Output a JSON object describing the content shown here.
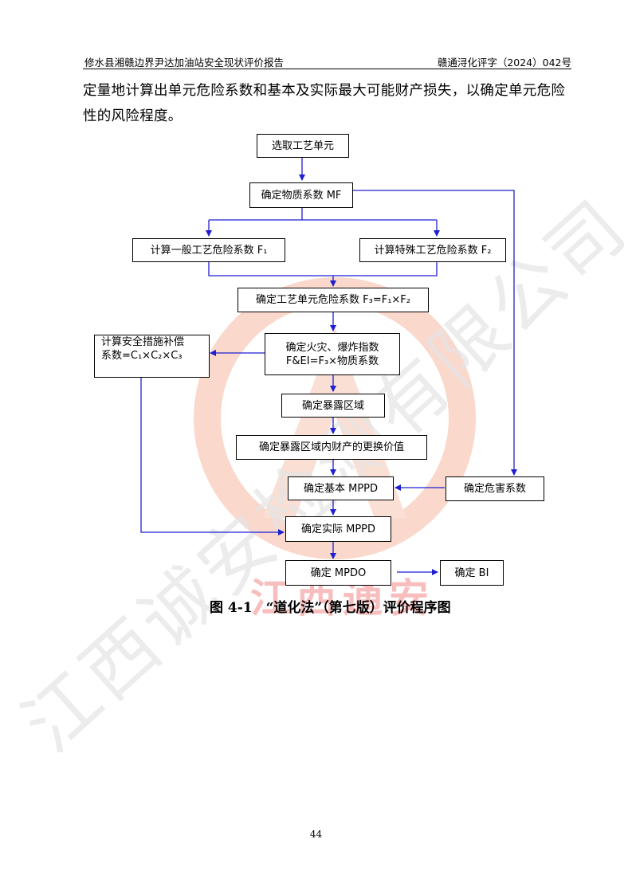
{
  "header": {
    "left": "修水县湘赣边界尹达加油站安全现状评价报告",
    "right": "赣通浔化评字（2024）042号"
  },
  "intro_text": "定量地计算出单元危险系数和基本及实际最大可能财产损失，以确定单元危险性的风险程度。",
  "flowchart": {
    "select_unit": "选取工艺单元",
    "material_factor": "确定物质系数 MF",
    "general_hazard": "计算一般工艺危险系数 F₁",
    "special_hazard": "计算特殊工艺危险系数 F₂",
    "unit_hazard": "确定工艺单元危险系数 F₃=F₁×F₂",
    "fei_line1": "确定火灾、爆炸指数",
    "fei_line2": "F&EI=F₃×物质系数",
    "safety_line1": "计算安全措施补偿",
    "safety_line2": "系数=C₁×C₂×C₃",
    "exposure_area": "确定暴露区域",
    "replacement_value": "确定暴露区域内财产的更换价值",
    "damage_factor": "确定危害系数",
    "base_mppd": "确定基本 MPPD",
    "actual_mppd": "确定实际 MPPD",
    "mpdo": "确定 MPDO",
    "bi": "确定 BI"
  },
  "caption": "图 4-1　“道化法”（第七版）评价程序图",
  "page_number": "44",
  "watermark": {
    "company": "江西诚安检测有限公司",
    "stamp": "江西通安",
    "colors": {
      "ring": "#f4a58a",
      "text": "#d9d9d9",
      "stamp": "#f29a9a",
      "arrow": "#1f1fd1"
    }
  }
}
